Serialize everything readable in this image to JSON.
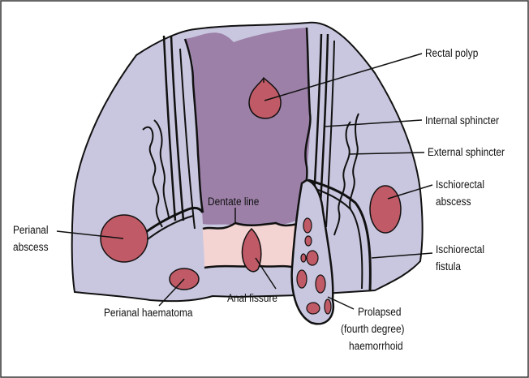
{
  "labels": {
    "rectal_polyp": "Rectal polyp",
    "internal_sphincter": "Internal sphincter",
    "external_sphincter": "External sphincter",
    "ischiorectal_abscess_1": "Ischiorectal",
    "ischiorectal_abscess_2": "abscess",
    "dentate_line": "Dentate line",
    "perianal_abscess_1": "Perianal",
    "perianal_abscess_2": "abscess",
    "ischiorectal_fistula_1": "Ischiorectal",
    "ischiorectal_fistula_2": "fistula",
    "anal_fissure": "Anal fissure",
    "perianal_haematoma": "Perianal haematoma",
    "prolapsed_1": "Prolapsed",
    "prolapsed_2": "(fourth degree)",
    "prolapsed_3": "haemorrhoid"
  },
  "colors": {
    "tissue": "#c9c7df",
    "lumen": "#9c80a8",
    "anal_canal": "#f4d3d3",
    "lesion": "#c05a66",
    "outline": "#111111",
    "frame": "#333333"
  }
}
